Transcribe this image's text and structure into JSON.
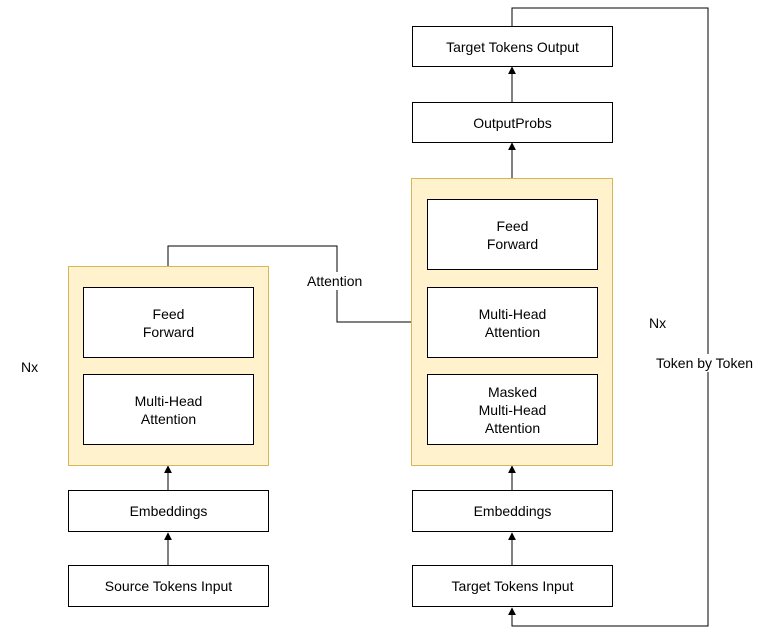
{
  "encoder": {
    "repeat_label": "Nx",
    "source_input": "Source Tokens Input",
    "embeddings": "Embeddings",
    "mha_line1": "Multi-Head",
    "mha_line2": "Attention",
    "ff_line1": "Feed",
    "ff_line2": "Forward"
  },
  "decoder": {
    "repeat_label": "Nx",
    "target_input": "Target Tokens Input",
    "embeddings": "Embeddings",
    "masked_line1": "Masked",
    "masked_line2": "Multi-Head",
    "masked_line3": "Attention",
    "mha_line1": "Multi-Head",
    "mha_line2": "Attention",
    "ff_line1": "Feed",
    "ff_line2": "Forward",
    "output_probs": "OutputProbs",
    "target_output": "Target Tokens Output"
  },
  "edges": {
    "cross_attention": "Attention",
    "feedback": "Token by Token"
  },
  "colors": {
    "group_fill": "#fff2cc",
    "group_border": "#d6b656",
    "line": "#000000"
  }
}
